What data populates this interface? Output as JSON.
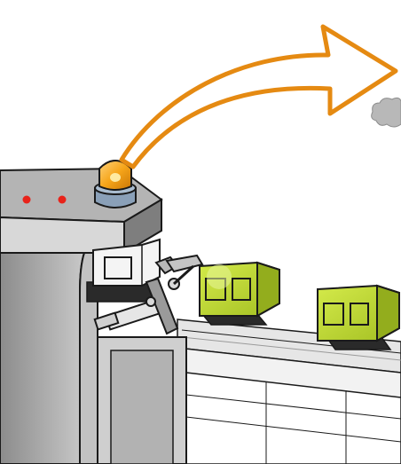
{
  "scene": {
    "subject": "gate-limit-switch-with-warning-beacon",
    "elements": [
      "arrow",
      "cloud",
      "gate-post",
      "beacon",
      "indicator-lights",
      "actuator",
      "sensor-unit-white",
      "sensor-unit-green-1",
      "sensor-unit-green-2",
      "rail",
      "gate-panel"
    ],
    "indicator_light_count": 2
  },
  "colors": {
    "arrow_stroke": "#e58a12",
    "arrow_fill": "#ffffff",
    "beacon_dome": "#f6a51a",
    "beacon_base": "#8aa0b8",
    "indicator_light": "#e8231a",
    "sensor_white": "#f4f4f4",
    "sensor_green": "#bcd631",
    "sensor_green_dark": "#93ad1d",
    "post": "#9a9a9a",
    "post_top": "#b4b4b4",
    "rail": "#d2d2d2",
    "cloud": "#b8b8b8",
    "outline": "#1a1a1a"
  }
}
